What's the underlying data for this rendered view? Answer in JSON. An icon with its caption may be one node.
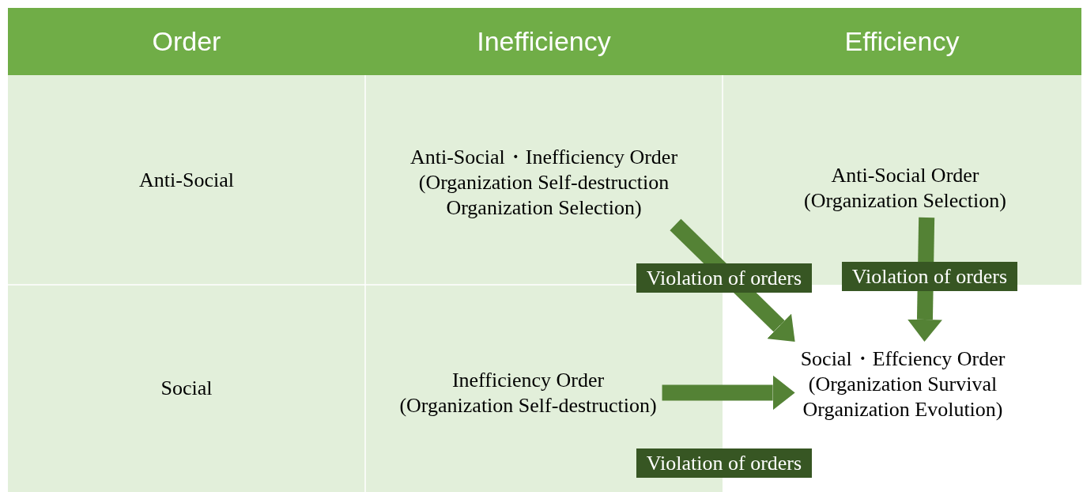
{
  "diagram": {
    "nodes": [
      {
        "text": [
          "Anti-Social・Inefficiency Order (Organization Self-destruction Organization Selection)"
        ]
      },
      {
        "text": [
          "Anti-Social Order (Organization Selection)"
        ]
      },
      {
        "text": [
          "Inefficiency Order (Organization Self-destruction)"
        ]
      },
      {
        "text": [
          "Social・Effciency Order (Organization Survival Organization Evolution)"
        ]
      }
    ],
    "edges": [
      {
        "from": 0,
        "to": 3,
        "arrow": "to",
        "label": "Violation of orders"
      },
      {
        "from": 1,
        "to": 3,
        "arrow": "to",
        "label": "Violation of orders"
      },
      {
        "from": 2,
        "to": 3,
        "arrow": "to",
        "label": "Violation of orders"
      }
    ],
    "labels": [
      "Order",
      "Inefficiency",
      "Efficiency",
      "Anti-Social",
      "Social"
    ]
  }
}
